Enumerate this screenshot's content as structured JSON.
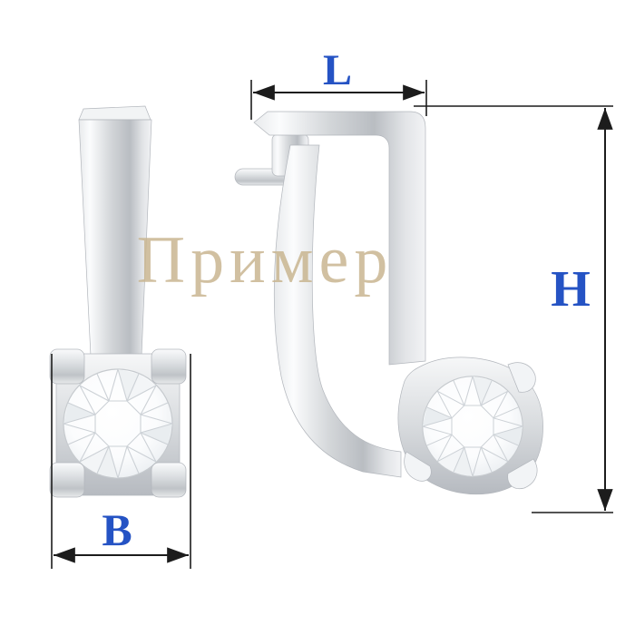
{
  "watermark": {
    "text": "Пример"
  },
  "dimensions": {
    "length": {
      "label": "L"
    },
    "width": {
      "label": "B"
    },
    "height": {
      "label": "H"
    }
  },
  "colors": {
    "background": "#ffffff",
    "dimension_line": "#1c1c1c",
    "dimension_label": "#2553c4",
    "watermark": "#c9b691",
    "metal_light": "#fafbfc",
    "metal_mid": "#d6d9dc",
    "metal_dark": "#a7abb1",
    "diamond_outline": "#c6cace"
  }
}
